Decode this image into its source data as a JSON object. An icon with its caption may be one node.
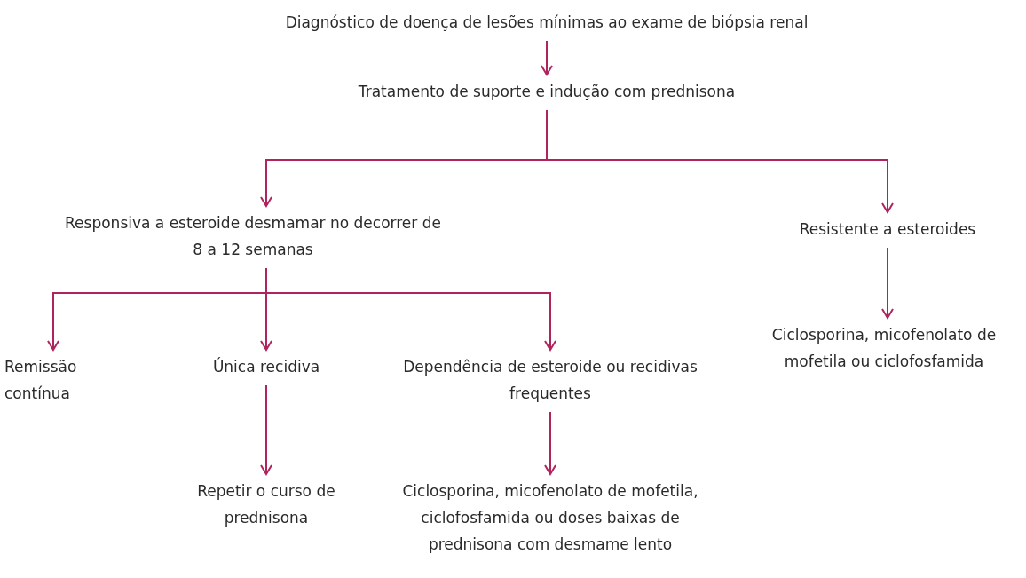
{
  "diagram": {
    "nodes": [
      {
        "text": [
          "Diagnóstico de doença de lesões mínimas ao exame de biópsia renal"
        ]
      },
      {
        "text": [
          "Tratamento de suporte e indução com prednisona"
        ]
      },
      {
        "text": [
          "Responsiva a esteroide desmamar no decorrer de 8 a 12 semanas"
        ]
      },
      {
        "text": [
          "Resistente a esteroides"
        ]
      },
      {
        "text": [
          "Remissão contínua"
        ]
      },
      {
        "text": [
          "Única recidiva"
        ]
      },
      {
        "text": [
          "Dependência de esteroide ou recidivas frequentes"
        ]
      },
      {
        "text": [
          "Ciclosporina, micofenolato de mofetila ou ciclofosfamida"
        ]
      },
      {
        "text": [
          "Repetir o curso de prednisona"
        ]
      },
      {
        "text": [
          "Ciclosporina, micofenolato de mofetila, ciclofosfamida ou doses baixas de prednisona com desmame lento"
        ]
      }
    ],
    "edges": [
      {
        "from": 0,
        "to": 1,
        "arrow": "to"
      },
      {
        "from": 1,
        "to": 2,
        "arrow": "to"
      },
      {
        "from": 1,
        "to": 3,
        "arrow": "to"
      },
      {
        "from": 2,
        "to": 4,
        "arrow": "to"
      },
      {
        "from": 2,
        "to": 5,
        "arrow": "to"
      },
      {
        "from": 2,
        "to": 6,
        "arrow": "to"
      },
      {
        "from": 3,
        "to": 7,
        "arrow": "to"
      },
      {
        "from": 5,
        "to": 8,
        "arrow": "to"
      },
      {
        "from": 6,
        "to": 9,
        "arrow": "to"
      }
    ]
  }
}
